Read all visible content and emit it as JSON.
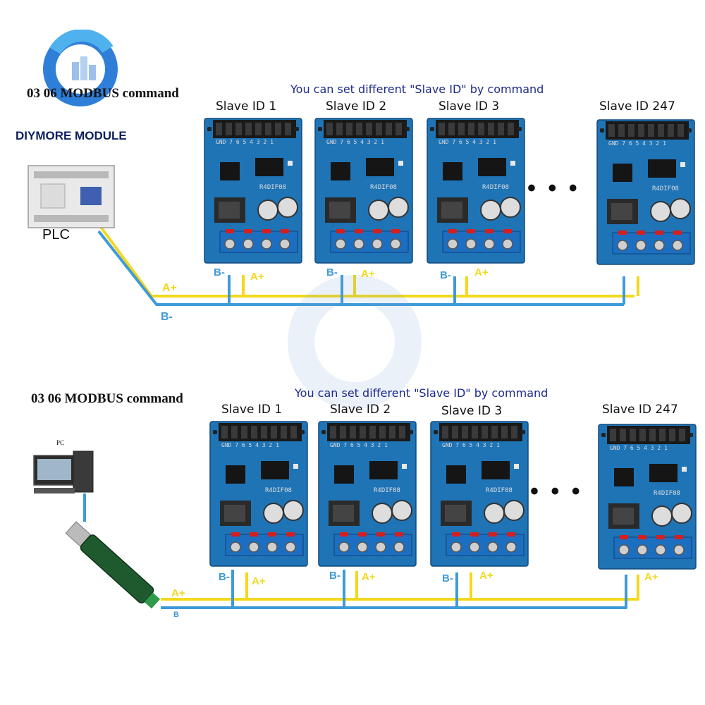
{
  "brand": {
    "name": "DIYMORE MODULE",
    "logo_icon": "diymore-logo-icon"
  },
  "top": {
    "title": "03 06 MODBUS command",
    "note": "You can set different \"Slave ID\" by command",
    "master_label": "PLC",
    "slaves": [
      {
        "label": "Slave ID 1",
        "b_label": "B-",
        "a_label": "A+"
      },
      {
        "label": "Slave ID 2",
        "b_label": "B-",
        "a_label": "A+"
      },
      {
        "label": "Slave ID 3",
        "b_label": "B-",
        "a_label": "A+"
      },
      {
        "label": "Slave ID 247",
        "b_label": "",
        "a_label": ""
      }
    ],
    "bus_a_label": "A+",
    "bus_b_label": "B-",
    "ellipsis": "• • •"
  },
  "bottom": {
    "title": "03 06 MODBUS command",
    "note": "You can set different \"Slave ID\" by command",
    "master_label": "PC",
    "slaves": [
      {
        "label": "Slave ID 1",
        "b_label": "B-",
        "a_label": "A+"
      },
      {
        "label": "Slave ID 2",
        "b_label": "B-",
        "a_label": "A+"
      },
      {
        "label": "Slave ID 3",
        "b_label": "B-",
        "a_label": "A+"
      },
      {
        "label": "Slave ID 247",
        "b_label": "",
        "a_label": "A+"
      }
    ],
    "bus_a_label": "A+",
    "bus_b_label": "B",
    "ellipsis": "• • •"
  },
  "board": {
    "chip_text": "R4DIF08",
    "pin_header": "GND 7 6 5 4 3 2 1"
  },
  "colors": {
    "wire_a": "#f3d81c",
    "wire_b": "#3f9ad8",
    "board": "#1f74b6",
    "terminal": "#1c6fc0"
  }
}
